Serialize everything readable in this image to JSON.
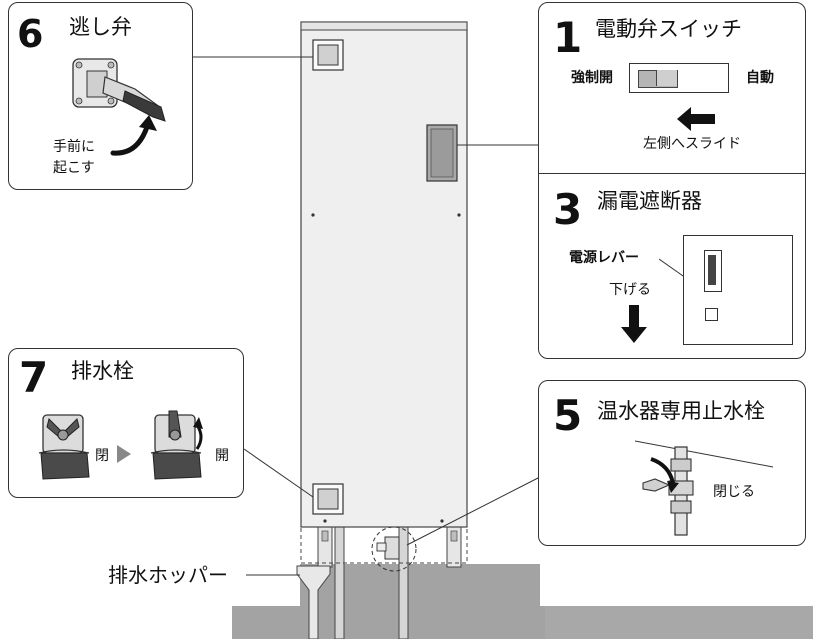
{
  "step1": {
    "number": "1",
    "title": "電動弁スイッチ",
    "left_label": "強制開",
    "right_label": "自動",
    "instruction": "左側へスライド"
  },
  "step3": {
    "number": "3",
    "title": "漏電遮断器",
    "lever_label": "電源レバー",
    "instruction": "下げる"
  },
  "step5": {
    "number": "5",
    "title": "温水器専用止水栓",
    "instruction": "閉じる"
  },
  "step6": {
    "number": "6",
    "title": "逃し弁",
    "instruction_line1": "手前に",
    "instruction_line2": "起こす"
  },
  "step7": {
    "number": "7",
    "title": "排水栓",
    "closed_label": "閉",
    "open_label": "開"
  },
  "hopper_label": "排水ホッパー"
}
